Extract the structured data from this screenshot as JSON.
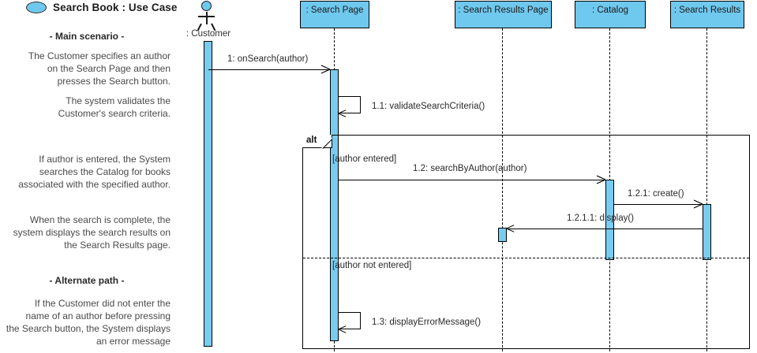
{
  "title": {
    "icon": "use-case-oval-icon",
    "text": "Search Book : Use Case"
  },
  "narrative": {
    "main_scenario_heading": "- Main scenario -",
    "step1": "The Customer specifies an author\non the Search Page and then\npresses the Search button.",
    "step2": "The system validates the\nCustomer's search criteria.",
    "step3": "If author is entered, the System\nsearches the Catalog for books\nassociated with the specified author.",
    "step4": "When the search is complete, the\nsystem displays the search results on\nthe Search Results page.",
    "alternate_path_heading": "- Alternate path -",
    "step5": "If the Customer did not enter the\nname of an author before pressing\nthe Search button, the System displays\nan error message"
  },
  "actor": {
    "name": ": Customer",
    "icon": "stick-figure-actor-icon"
  },
  "lifelines": [
    {
      "id": "search-page",
      "label": ": Search Page"
    },
    {
      "id": "search-results-page",
      "label": ": Search Results Page"
    },
    {
      "id": "catalog",
      "label": ": Catalog"
    },
    {
      "id": "search-results",
      "label": ": Search Results"
    }
  ],
  "messages": [
    {
      "id": "m1",
      "label": "1: onSearch(author)",
      "from": "customer",
      "to": "search-page",
      "kind": "call"
    },
    {
      "id": "m11",
      "label": "1.1: validateSearchCriteria()",
      "from": "search-page",
      "to": "search-page",
      "kind": "self"
    },
    {
      "id": "m12",
      "label": "1.2: searchByAuthor(author)",
      "from": "search-page",
      "to": "catalog",
      "kind": "call"
    },
    {
      "id": "m121",
      "label": "1.2.1: create()",
      "from": "catalog",
      "to": "search-results",
      "kind": "call"
    },
    {
      "id": "m1211",
      "label": "1.2.1.1: display()",
      "from": "search-results",
      "to": "search-results-page",
      "kind": "return"
    },
    {
      "id": "m13",
      "label": "1.3: displayErrorMessage()",
      "from": "search-page",
      "to": "search-page",
      "kind": "self"
    }
  ],
  "fragment": {
    "operator": "alt",
    "guards": [
      "[author entered]",
      "[author not entered]"
    ]
  },
  "colors": {
    "lifeline_fill": "#6FC8EE",
    "activation_fill": "#7ACCEF",
    "stroke": "#000000",
    "text": "#333333"
  }
}
